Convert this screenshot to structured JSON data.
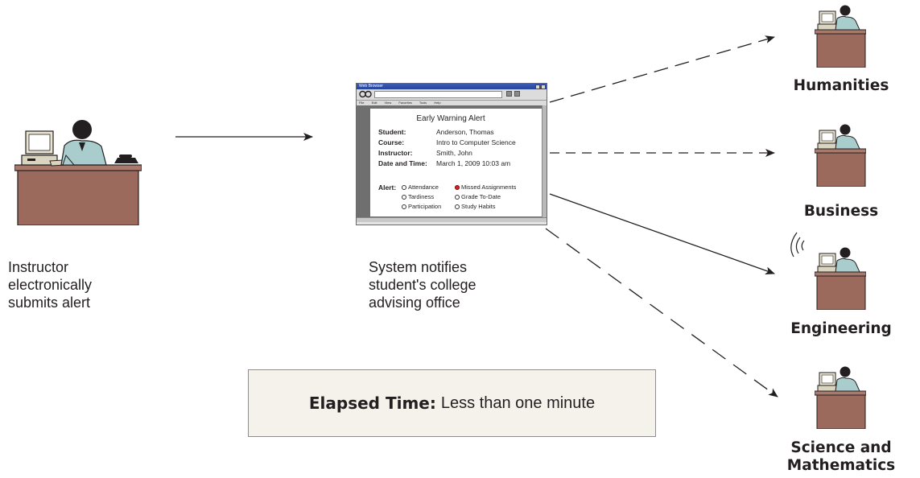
{
  "instructor": {
    "caption": [
      "Instructor",
      "electronically",
      "submits alert"
    ]
  },
  "system": {
    "caption": [
      "System notifies",
      "student's college",
      "advising office"
    ]
  },
  "browser": {
    "title": "Web Browser",
    "menu": [
      "File",
      "Edit",
      "View",
      "Favorites",
      "Tools",
      "Help"
    ],
    "alert_title": "Early Warning Alert",
    "fields": [
      {
        "label": "Student:",
        "value": "Anderson, Thomas"
      },
      {
        "label": "Course:",
        "value": "Intro to Computer Science"
      },
      {
        "label": "Instructor:",
        "value": "Smith, John"
      },
      {
        "label": "Date and Time:",
        "value": "March 1, 2009 10:03 am"
      }
    ],
    "alert_label": "Alert:",
    "options": [
      {
        "label": "Attendance",
        "selected": false
      },
      {
        "label": "Missed Assignments",
        "selected": true
      },
      {
        "label": "Tardiness",
        "selected": false
      },
      {
        "label": "Grade To-Date",
        "selected": false
      },
      {
        "label": "Participation",
        "selected": false
      },
      {
        "label": "Study Habits",
        "selected": false
      }
    ]
  },
  "departments": [
    "Humanities",
    "Business",
    "Engineering",
    "Science and Mathematics"
  ],
  "department_lines": [
    [
      "Humanities"
    ],
    [
      "Business"
    ],
    [
      "Engineering"
    ],
    [
      "Science and",
      "Mathematics"
    ]
  ],
  "elapsed": {
    "label": "Elapsed Time:",
    "value": "Less than one minute"
  },
  "colors": {
    "desk": "#9b6a5d",
    "desk_top": "#8a5a4d",
    "person": "#231f20",
    "shirt": "#a9cdcd",
    "monitor": "#e8e4cf",
    "selected_radio": "#dd2222"
  }
}
